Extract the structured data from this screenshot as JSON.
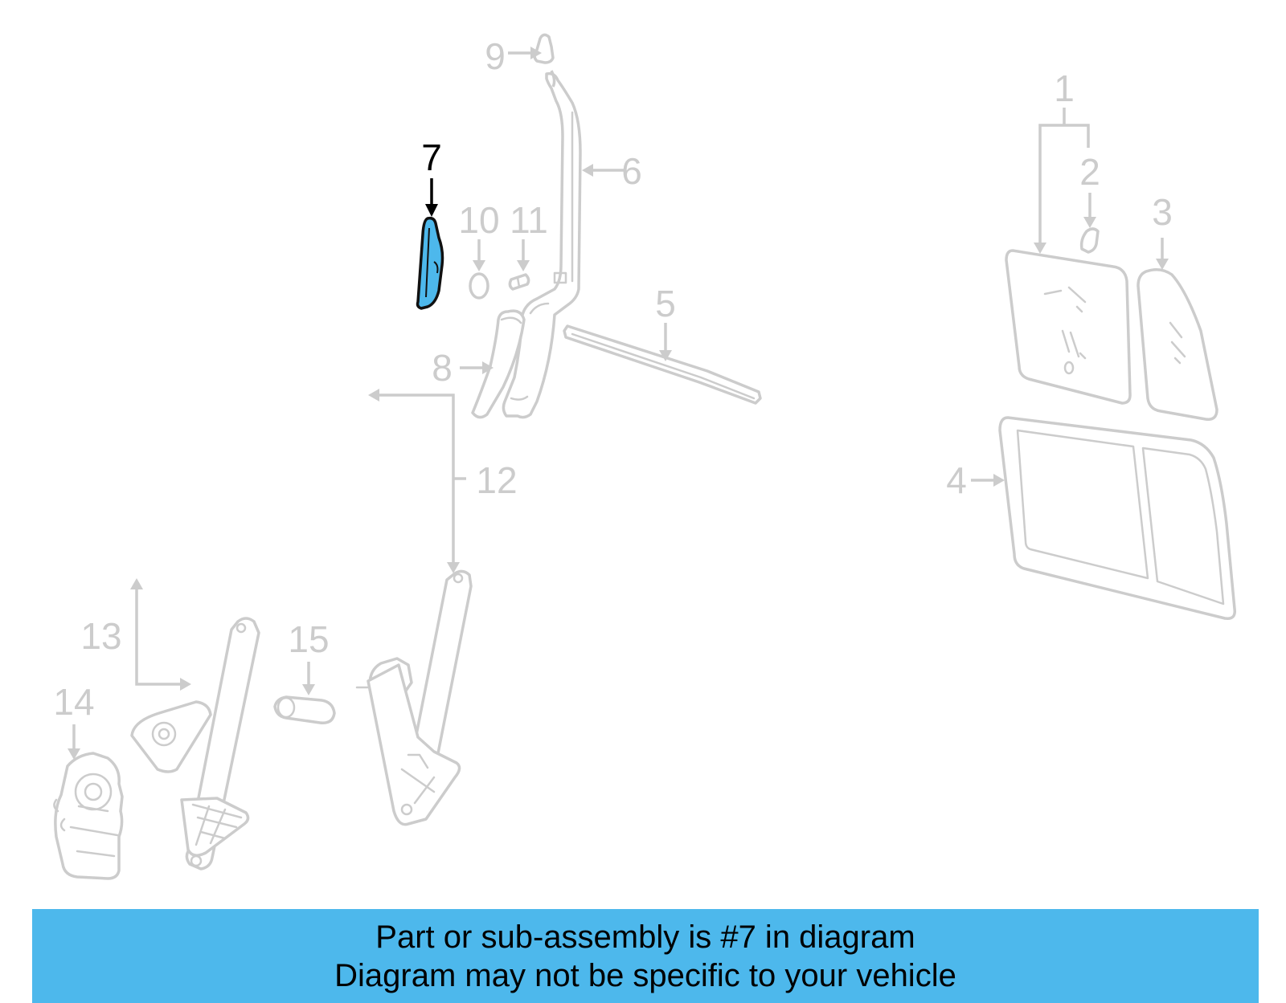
{
  "callouts": [
    {
      "id": "1",
      "label": "1",
      "active": false
    },
    {
      "id": "2",
      "label": "2",
      "active": false
    },
    {
      "id": "3",
      "label": "3",
      "active": false
    },
    {
      "id": "4",
      "label": "4",
      "active": false
    },
    {
      "id": "5",
      "label": "5",
      "active": false
    },
    {
      "id": "6",
      "label": "6",
      "active": false
    },
    {
      "id": "7",
      "label": "7",
      "active": true
    },
    {
      "id": "8",
      "label": "8",
      "active": false
    },
    {
      "id": "9",
      "label": "9",
      "active": false
    },
    {
      "id": "10",
      "label": "10",
      "active": false
    },
    {
      "id": "11",
      "label": "11",
      "active": false
    },
    {
      "id": "12",
      "label": "12",
      "active": false
    },
    {
      "id": "13",
      "label": "13",
      "active": false
    },
    {
      "id": "14",
      "label": "14",
      "active": false
    },
    {
      "id": "15",
      "label": "15",
      "active": false
    }
  ],
  "banner": {
    "line1": "Part or sub-assembly is #7 in diagram",
    "line2": "Diagram may not be specific to your vehicle"
  },
  "colors": {
    "highlight": "#4db8ec",
    "banner": "#4db8ec",
    "inactive": "#cccccc",
    "active": "#000000"
  }
}
